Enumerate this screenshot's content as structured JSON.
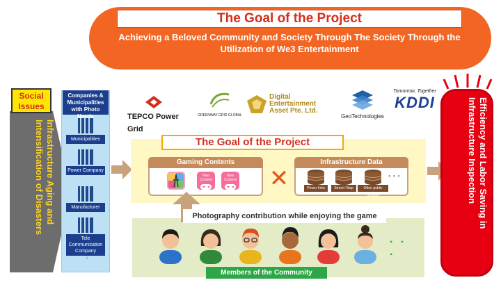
{
  "header": {
    "title": "The Goal of the Project",
    "subtitle": "Achieving a Beloved Community and Society Through The Society Through the Utilization of We3 Entertainment"
  },
  "social_issues": {
    "label": "Social Issues",
    "text": "Infrastructure Aging and Intensification of Disasters"
  },
  "companies": {
    "header": "Companies & Municipalities with Photo Needs",
    "items": [
      "Municipalities",
      "Power Company",
      "Manufacturer",
      "Tele Communication Company"
    ],
    "more": "⋮"
  },
  "partners": {
    "tepco": "TEPCO Power Grid",
    "greenway": "GREENWAY GRID GLOBAL",
    "dea_line1": "Digital",
    "dea_line2": "Entertainment",
    "dea_line3": "Asset Pte. Ltd.",
    "geo": "GeoTechnologies",
    "kddi_tag": "Tomorrow, Together",
    "kddi": "KDDI"
  },
  "center": {
    "title": "The Goal of the Project",
    "gaming": {
      "label": "Gaming Contents",
      "new_content_1": "New Content",
      "new_content_2": "New Content"
    },
    "cross": "✕",
    "infrastructure": {
      "label": "Infrastructure Data",
      "items": [
        "Power Infra",
        "Street / Map",
        "Other public facilities"
      ],
      "more": "· · ·"
    }
  },
  "community": {
    "photo_label": "Photography contribution while enjoying the game",
    "members_label": "Members of the Community",
    "more": "· · ·"
  },
  "outcome": {
    "text": "Efficiency and Labor Saving in Infrastructure Inspection"
  },
  "colors": {
    "banner": "#f26522",
    "accent_red": "#e60012",
    "navy": "#1b3f8c",
    "panel_yellow": "#fff8c4",
    "panel_green": "#e3ecc7",
    "arrow_tan": "#c8a27a"
  }
}
